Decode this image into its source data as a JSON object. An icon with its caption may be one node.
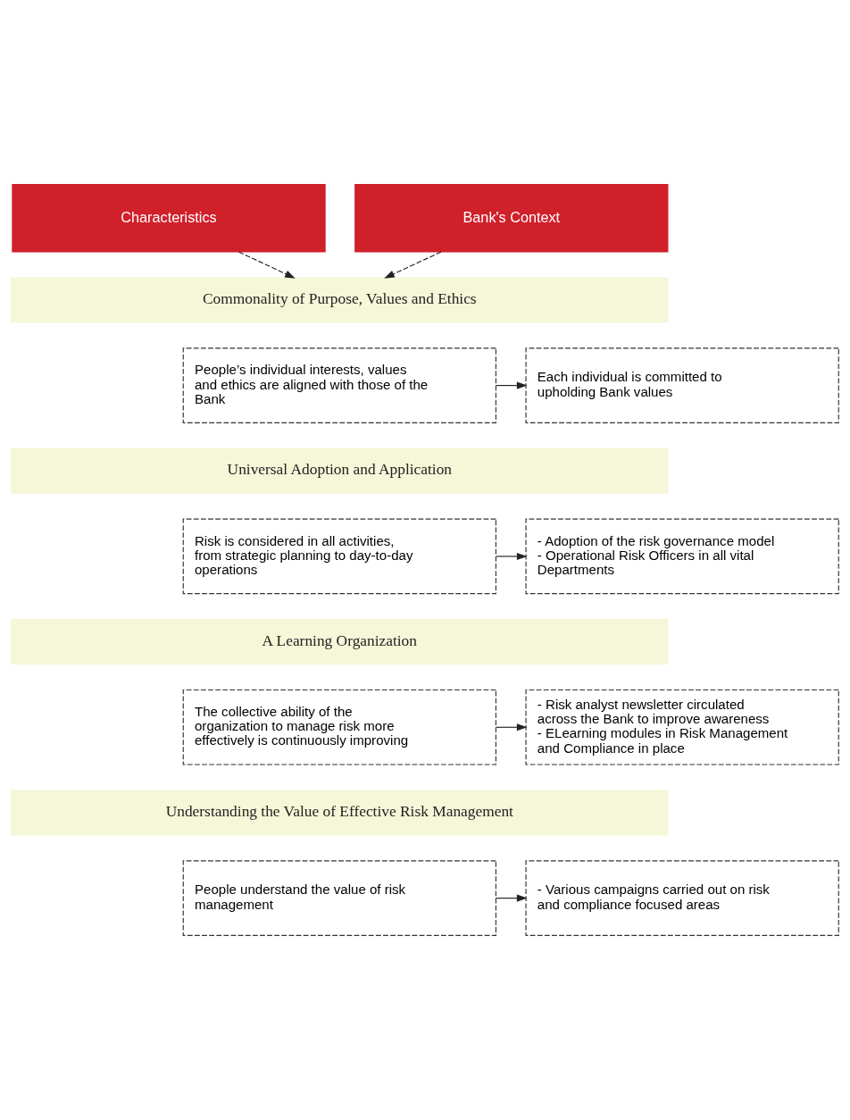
{
  "diagram": {
    "nodes": [
      {
        "text": [
          "Characteristics"
        ]
      },
      {
        "text": [
          "Bank's Context"
        ]
      },
      {
        "text": [
          "Commonality of Purpose, Values and Ethics"
        ]
      },
      {
        "text": [
          "People’s individual interests, values and ethics are aligned with those of the Bank"
        ]
      },
      {
        "text": [
          "Each individual is committed to upholding Bank values"
        ]
      },
      {
        "text": [
          "Universal Adoption and Application"
        ]
      },
      {
        "text": [
          "Risk is considered in all activities, from strategic planning to day-to-day operations"
        ]
      },
      {
        "text": [
          "- Adoption of the risk governance model",
          "- Operational Risk Officers in all vital Departments"
        ]
      },
      {
        "text": [
          "A Learning Organization"
        ]
      },
      {
        "text": [
          "The collective ability of the organization to manage risk more effectively is continuously improving"
        ]
      },
      {
        "text": [
          "- Risk analyst newsletter circulated across the Bank to improve awareness",
          "- ELearning modules in Risk Management and Compliance in place"
        ]
      },
      {
        "text": [
          "Understanding the Value of Effective Risk Management"
        ]
      },
      {
        "text": [
          "People understand the value of risk management"
        ]
      },
      {
        "text": [
          "- Various campaigns carried out on risk and compliance focused areas"
        ]
      }
    ],
    "edges": [
      {
        "from": 0,
        "to": 2,
        "arrow": "to",
        "style": "dashed"
      },
      {
        "from": 1,
        "to": 2,
        "arrow": "to",
        "style": "dashed"
      },
      {
        "from": 3,
        "to": 4,
        "arrow": "to"
      },
      {
        "from": 6,
        "to": 7,
        "arrow": "to"
      },
      {
        "from": 9,
        "to": 10,
        "arrow": "to"
      },
      {
        "from": 12,
        "to": 13,
        "arrow": "to"
      }
    ]
  }
}
